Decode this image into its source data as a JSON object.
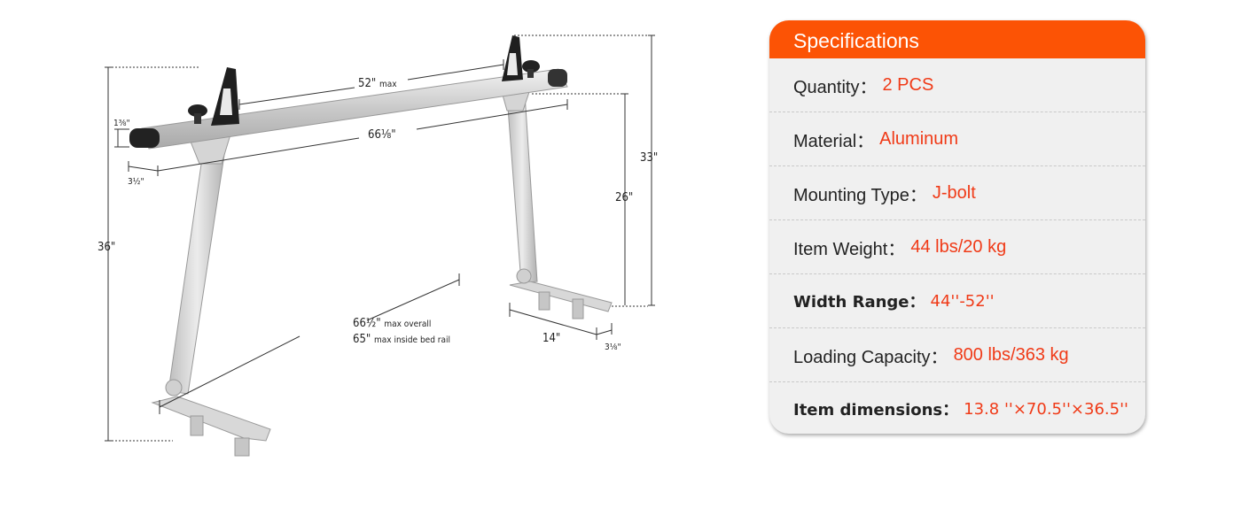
{
  "diagram": {
    "dimensions": {
      "total_height": "36\"",
      "rear_height": "33\"",
      "leg_height": "26\"",
      "bar_height": "1⅜\"",
      "bar_depth": "3½\"",
      "bar_length": "66⅛\"",
      "stop_spacing": "52\"",
      "stop_spacing_note": "max",
      "overall_width": "66½\"",
      "overall_width_note": "max overall",
      "inside_width": "65\"",
      "inside_width_note": "max inside bed rail",
      "foot_length": "14\"",
      "foot_width": "3⅛\""
    }
  },
  "specs": {
    "title": "Specifications",
    "rows": [
      {
        "label": "Quantity：",
        "value": "2 PCS"
      },
      {
        "label": "Material：",
        "value": "Aluminum"
      },
      {
        "label": "Mounting Type：",
        "value": "J-bolt"
      },
      {
        "label": "Item Weight：",
        "value": "44 lbs/20 kg"
      },
      {
        "label": "Width Range：",
        "value": "44''-52''"
      },
      {
        "label": "Loading Capacity：",
        "value": "800 lbs/363 kg"
      },
      {
        "label": "Item dimensions：",
        "value": "13.8 ''×70.5''×36.5''"
      }
    ]
  },
  "colors": {
    "accent": "#fc5305",
    "value_text": "#f03a17",
    "card_bg": "#f0f0f0"
  }
}
